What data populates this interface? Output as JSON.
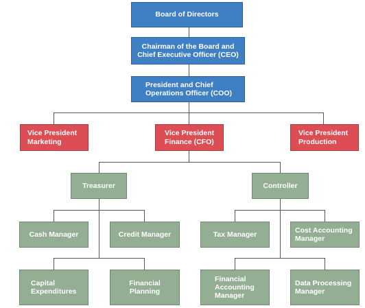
{
  "nodes": {
    "board": "Board of Directors",
    "ceo": "Chairman of the Board and Chief Executive Officer (CEO)",
    "coo": "President and Chief Operations Officer (COO)",
    "vp_marketing": "Vice President Marketing",
    "vp_finance": "Vice President Finance (CFO)",
    "vp_production": "Vice President Production",
    "treasurer": "Treasurer",
    "controller": "Controller",
    "cash_manager": "Cash Manager",
    "credit_manager": "Credit Manager",
    "tax_manager": "Tax Manager",
    "cost_accounting_manager": "Cost Accounting Manager",
    "capital_expenditures": "Capital Expenditures",
    "financial_planning": "Financial Planning",
    "financial_accounting_manager": "Financial Accounting Manager",
    "data_processing_manager": "Data Processing Manager"
  },
  "colors": {
    "executive": "#3f7fc4",
    "vice_president": "#dc4d54",
    "finance_staff": "#93ae93",
    "connector": "#555555"
  }
}
